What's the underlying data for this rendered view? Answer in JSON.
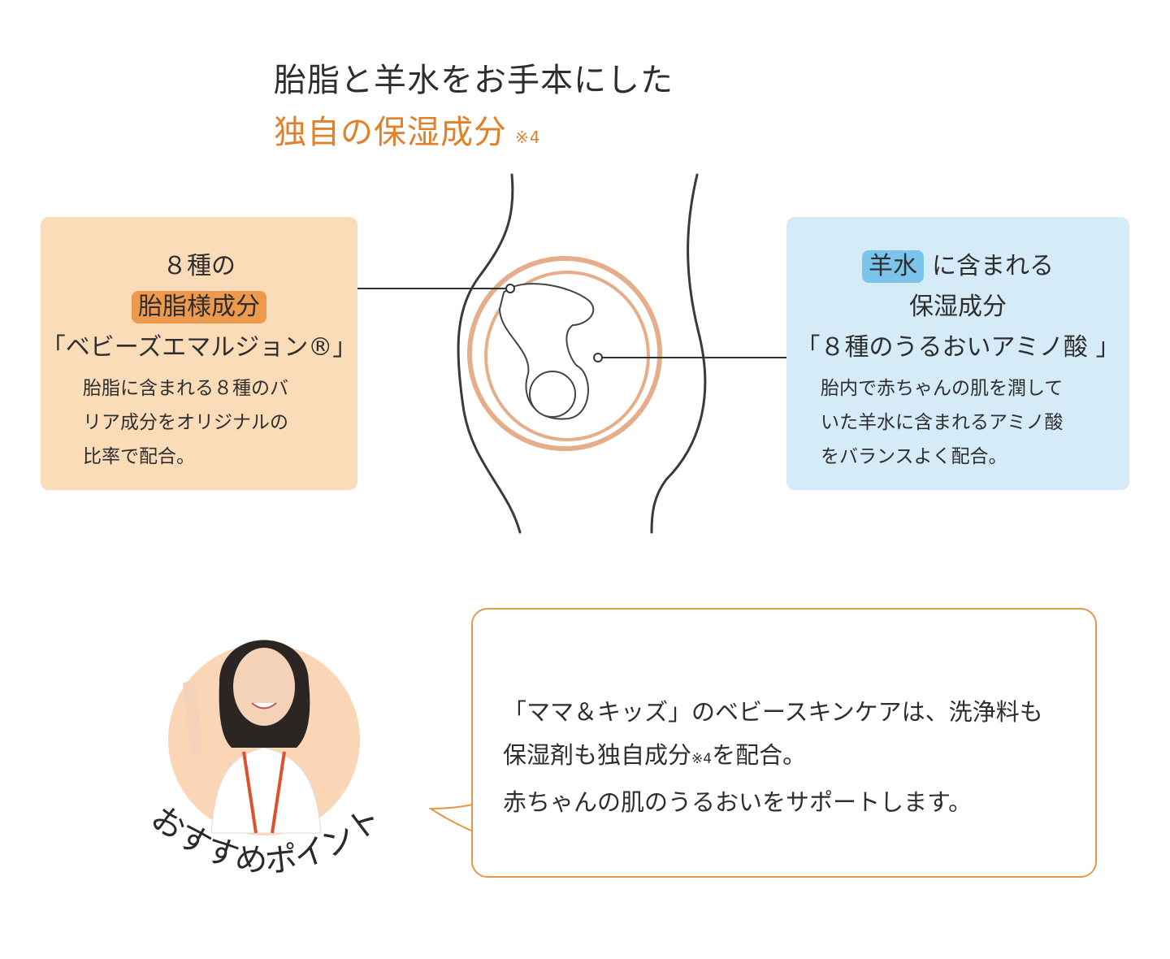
{
  "title": {
    "line1": "胎脂と羊水をお手本にした",
    "line2": "独自の保湿成分",
    "note": "※4"
  },
  "left_box": {
    "line1": "８種の",
    "tag": "胎脂様成分",
    "line3": "「ベビーズエマルジョン®」",
    "desc": [
      "胎脂に含まれる８種のバ",
      "リア成分をオリジナルの",
      "比率で配合。"
    ]
  },
  "right_box": {
    "tag": "羊水",
    "line1_rest": "に含まれる",
    "line2": "保湿成分",
    "line3": "「８種のうるおいアミノ酸 」",
    "desc": [
      "胎内で赤ちゃんの肌を潤して",
      "いた羊水に含まれるアミノ酸",
      "をバランスよく配合。"
    ]
  },
  "recommend": {
    "curved_label": "おすすめポイント",
    "bubble_line1": "「ママ＆キッズ」のベビースキンケアは、洗浄料も",
    "bubble_line2_a": "保湿剤も独自成分",
    "bubble_line2_note": "※4",
    "bubble_line2_b": "を配合。",
    "bubble_line3": "赤ちゃんの肌のうるおいをサポートします。"
  },
  "colors": {
    "accent": "#e0812c",
    "peach": "#fadcb9",
    "sky": "#d5ebf8",
    "tag_orange": "#ee9a4e",
    "tag_blue": "#7cc4ec"
  }
}
